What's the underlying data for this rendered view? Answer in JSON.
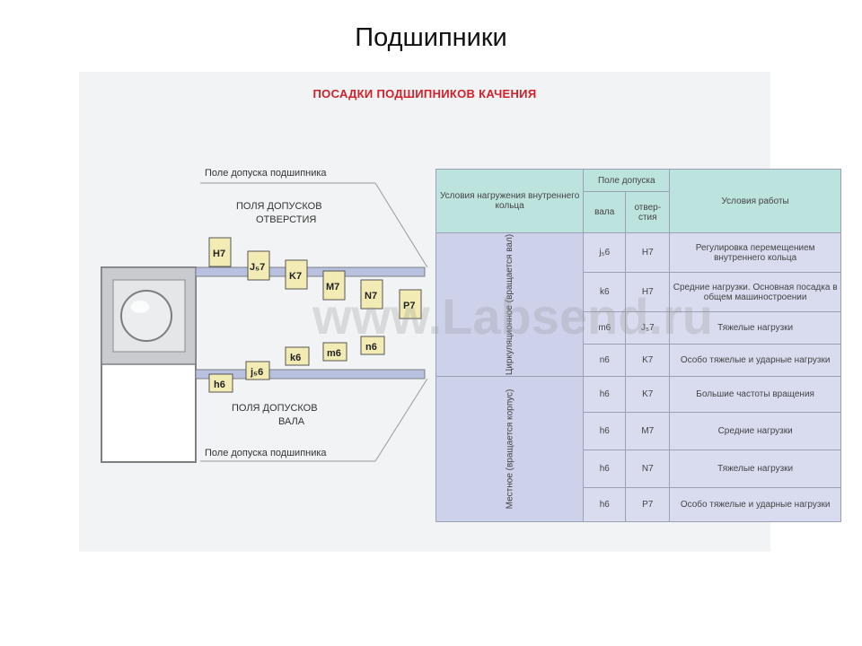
{
  "slide": {
    "title": "Подшипники"
  },
  "panel": {
    "title": "ПОСАДКИ ПОДШИПНИКОВ КАЧЕНИЯ"
  },
  "diagram": {
    "label_bearing_field_top": "Поле допуска подшипника",
    "label_hole_fields_line1": "ПОЛЯ ДОПУСКОВ",
    "label_hole_fields_line2": "ОТВЕРСТИЯ",
    "label_shaft_fields_line1": "ПОЛЯ ДОПУСКОВ",
    "label_shaft_fields_line2": "ВАЛА",
    "label_bearing_field_bottom": "Поле допуска подшипника",
    "hole_fields": [
      "H7",
      "J₅7",
      "K7",
      "M7",
      "N7",
      "P7"
    ],
    "shaft_fields": [
      "h6",
      "j₅6",
      "k6",
      "m6",
      "n6"
    ]
  },
  "table": {
    "header": {
      "load_conditions": "Условия нагружения внутреннего кольца",
      "tolerance_field": "Поле допуска",
      "shaft": "вала",
      "hole": "отвер-стия",
      "work_conditions": "Условия работы"
    },
    "groups": [
      {
        "name": "Циркуляционное (вращается вал)",
        "rows": [
          {
            "shaft": "j₅6",
            "hole": "H7",
            "conditions": "Регулировка перемещением внутреннего кольца"
          },
          {
            "shaft": "k6",
            "hole": "H7",
            "conditions": "Средние нагрузки. Основная посадка в общем машиностроении"
          },
          {
            "shaft": "m6",
            "hole": "J₅7",
            "conditions": "Тяжелые нагрузки"
          },
          {
            "shaft": "n6",
            "hole": "K7",
            "conditions": "Особо тяжелые и ударные нагрузки"
          }
        ]
      },
      {
        "name": "Местное (вращается корпус)",
        "rows": [
          {
            "shaft": "h6",
            "hole": "K7",
            "conditions": "Большие частоты вращения"
          },
          {
            "shaft": "h6",
            "hole": "M7",
            "conditions": "Средние нагрузки"
          },
          {
            "shaft": "h6",
            "hole": "N7",
            "conditions": "Тяжелые нагрузки"
          },
          {
            "shaft": "h6",
            "hole": "P7",
            "conditions": "Особо тяжелые и ударные нагрузки"
          }
        ]
      }
    ]
  },
  "watermark": "www.Labsend.ru",
  "colors": {
    "title_red": "#d0202a",
    "header_teal": "#bde3df",
    "cell_blue": "#d9dcef",
    "box_yellow": "#f2ecb4"
  }
}
